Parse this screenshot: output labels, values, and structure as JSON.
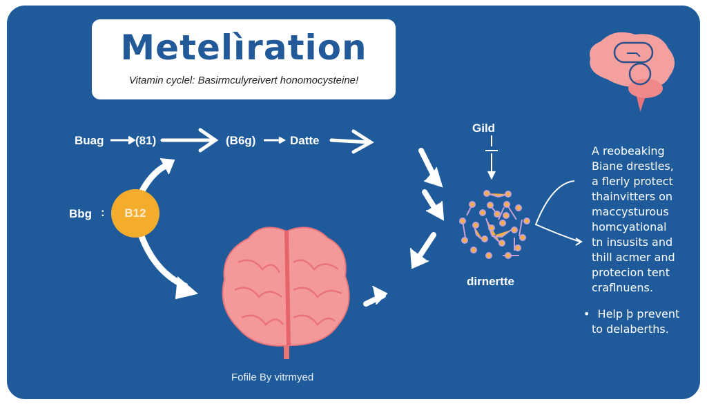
{
  "header": {
    "title": "Metelìration",
    "subtitle": "Vitamin cyclel: Basirmculyreivert honomocysteine!"
  },
  "flow": {
    "step1": "Buag",
    "step2": "(81)",
    "step3": "(B6g)",
    "step4": "Datte",
    "side_label": "Bbg",
    "side_sep": ":",
    "badge": "B12",
    "top_label": "Gild",
    "cluster_label": "dirnertte"
  },
  "sidebar": {
    "lines": [
      "A reobeaking",
      "Biane drestles,",
      "a flerly protect",
      "thainvitters on",
      "maccysturous",
      "homcyational",
      "tn insusits and",
      "thill acmer and",
      "protecion tent",
      "craflnuens."
    ],
    "bullet": "•",
    "bullet_lines": [
      "Help þ prevent",
      "to delaberths."
    ]
  },
  "caption": "Fofile By vitrmyed",
  "colors": {
    "background": "#1f5b9b",
    "badge": "#f4ac2d",
    "brain": "#f28c8c",
    "title": "#225a99"
  }
}
